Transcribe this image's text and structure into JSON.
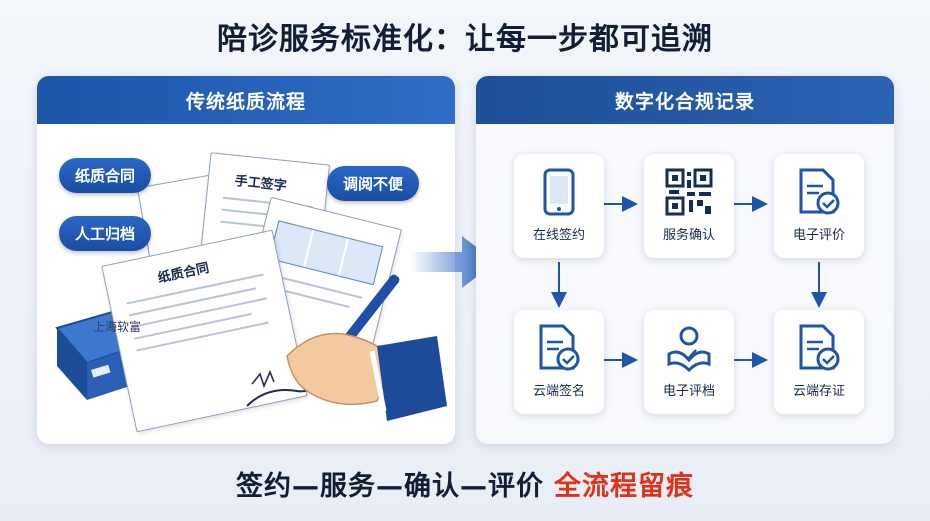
{
  "title": "陪诊服务标准化：让每一步都可追溯",
  "left_panel": {
    "header": "传统纸质流程",
    "tags": [
      "纸质合同",
      "人工归档",
      "手工签字",
      "调阅不便"
    ],
    "doc_label": "纸质合同",
    "watermark": "上海软富"
  },
  "right_panel": {
    "header": "数字化合规记录",
    "steps": [
      {
        "label": "在线签约",
        "icon": "phone-icon"
      },
      {
        "label": "服务确认",
        "icon": "qr-code-icon"
      },
      {
        "label": "电子评价",
        "icon": "document-check-icon"
      },
      {
        "label": "云端签名",
        "icon": "document-check-icon"
      },
      {
        "label": "电子评档",
        "icon": "hands-check-icon"
      },
      {
        "label": "云端存证",
        "icon": "document-check-icon"
      }
    ]
  },
  "footer": {
    "main": "签约—服务—确认—评价",
    "highlight": "全流程留痕"
  },
  "colors": {
    "accent": "#1d55a8",
    "highlight": "#e0321a"
  }
}
